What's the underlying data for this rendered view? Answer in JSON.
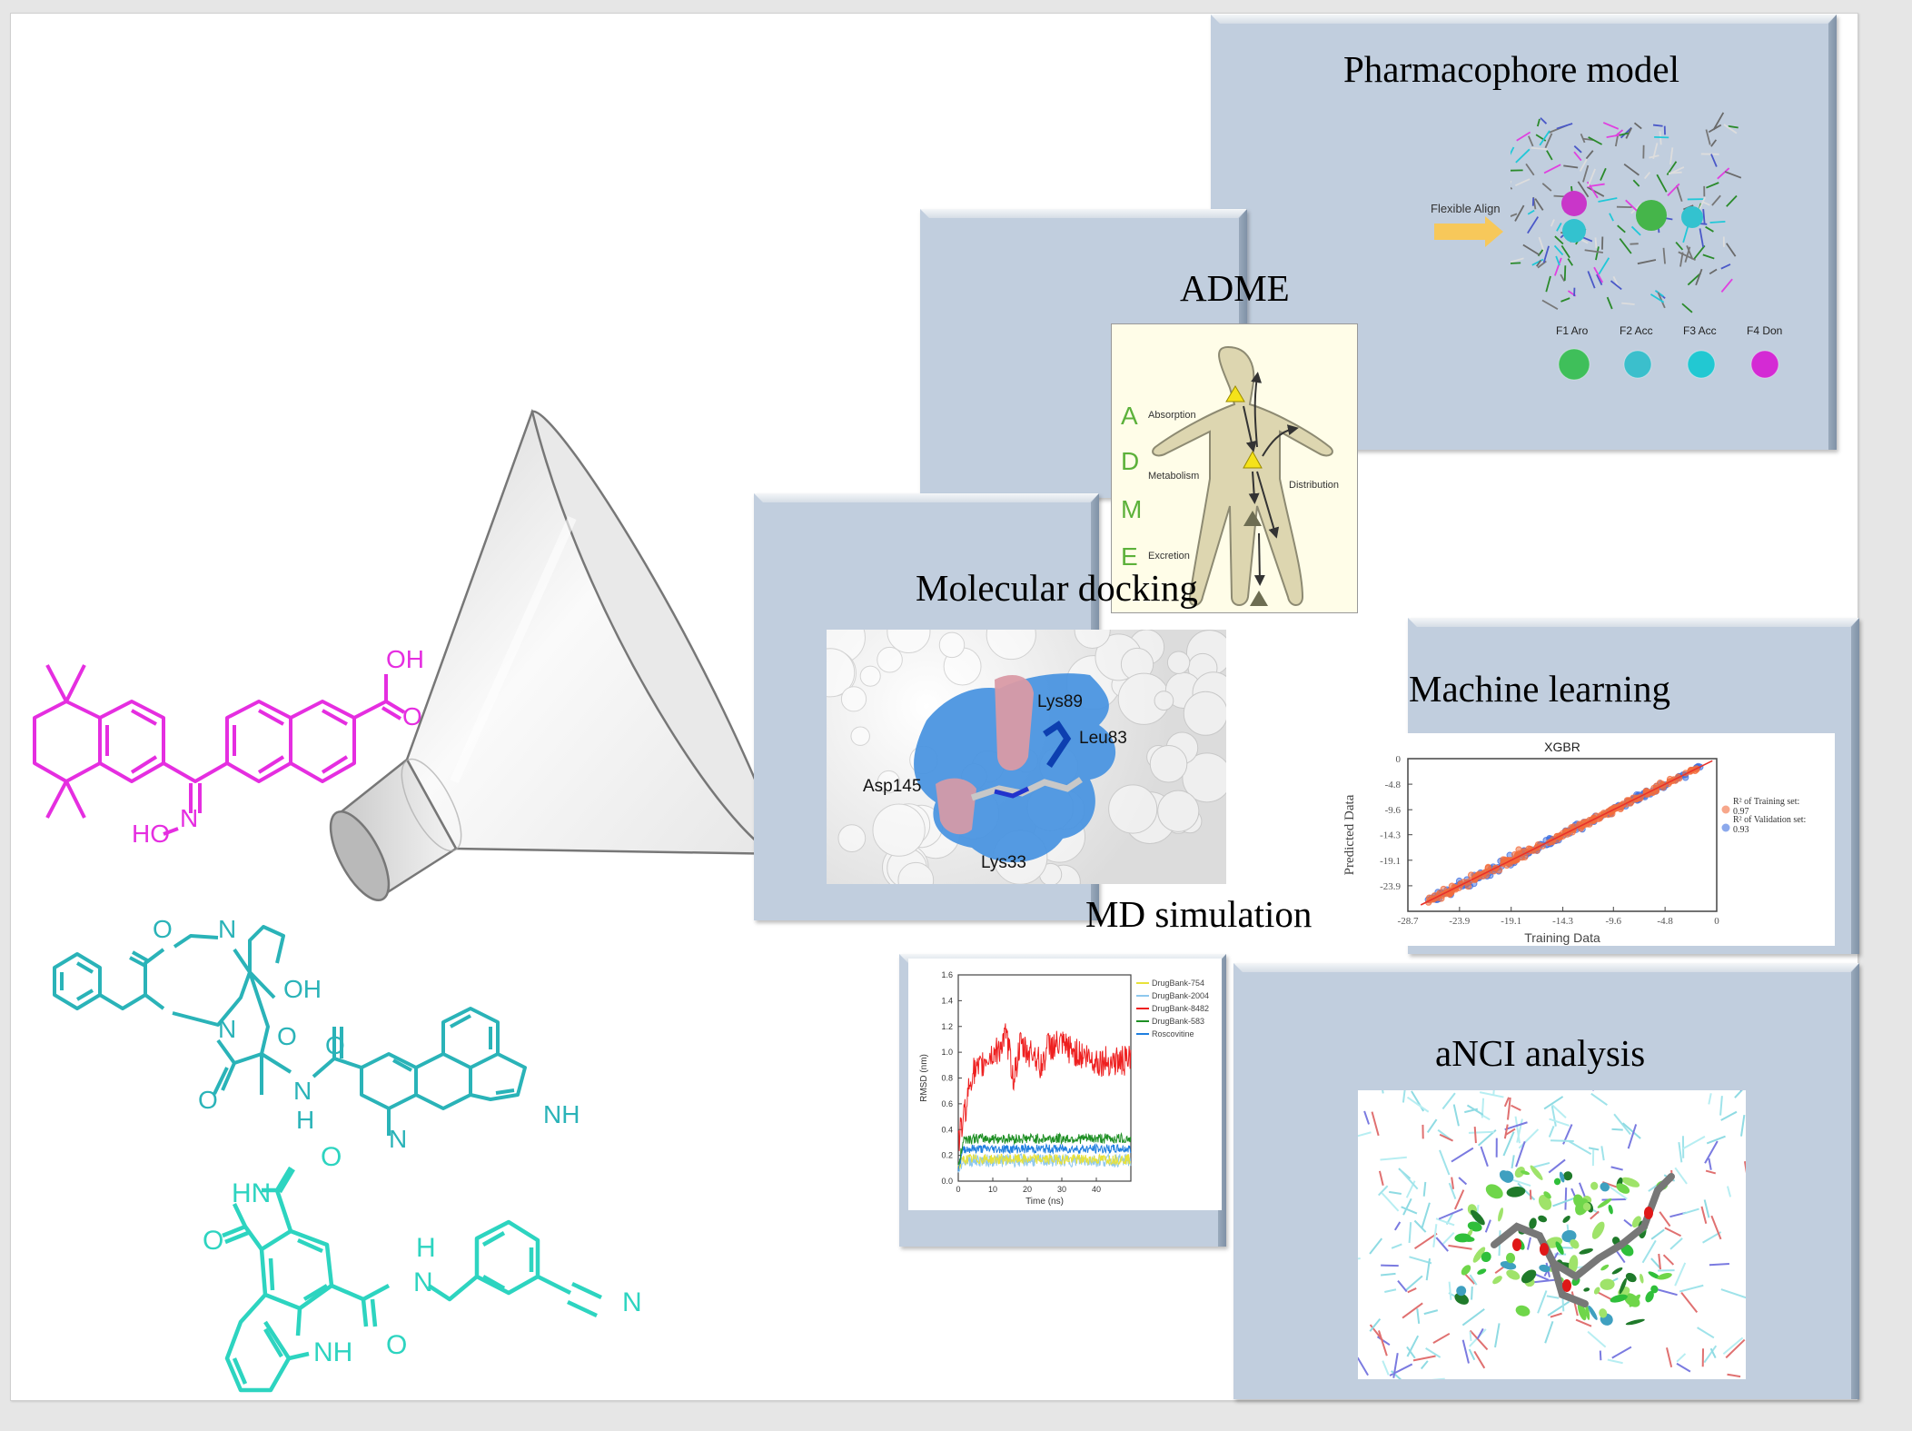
{
  "panels": {
    "pharmacophore": {
      "title": "Pharmacophore model",
      "arrow_label": "Flexible Align",
      "features": [
        {
          "label": "F1 Aro",
          "color": "#3fbf5a"
        },
        {
          "label": "F2 Acc",
          "color": "#3bbfcc"
        },
        {
          "label": "F3 Acc",
          "color": "#22c8d2"
        },
        {
          "label": "F4 Don",
          "color": "#d42ad4"
        }
      ]
    },
    "adme": {
      "title": "ADME",
      "letters": [
        "A",
        "D",
        "M",
        "E"
      ],
      "labels": {
        "absorption": "Absorption",
        "distribution": "Distribution",
        "metabolism": "Metabolism",
        "excretion": "Excretion"
      }
    },
    "docking": {
      "title": "Molecular docking",
      "residues": [
        "Lys89",
        "Leu83",
        "Asp145",
        "Lys33"
      ]
    },
    "ml": {
      "title": "Machine learning"
    },
    "md": {
      "title": "MD simulation"
    },
    "anci": {
      "title": "aNCI analysis"
    }
  },
  "molecules": [
    {
      "name": "tetramethyl-tetralin naphthoic acid oxime",
      "color": "#e52ee0",
      "atom_labels": [
        "OH",
        "O",
        "HO",
        "N"
      ]
    },
    {
      "name": "ergot alkaloid peptide",
      "color": "#2ab3b8",
      "atom_labels": [
        "O",
        "N",
        "OH",
        "N",
        "O",
        "O",
        "N",
        "H",
        "O",
        "NH",
        "N"
      ]
    },
    {
      "name": "carbazole imide benzonitrile",
      "color": "#2dd4c0",
      "atom_labels": [
        "HN",
        "O",
        "O",
        "H",
        "N",
        "O",
        "NH",
        "N"
      ]
    }
  ],
  "chart_data": [
    {
      "type": "scatter",
      "title": "XGBR",
      "xlabel": "Training Data",
      "ylabel": "Predicted Data",
      "xlim": [
        -28.7,
        0
      ],
      "ylim": [
        -28.7,
        0
      ],
      "xticks": [
        "-28.7",
        "-23.9",
        "-19.1",
        "-14.3",
        "-9.6",
        "-4.8",
        "0"
      ],
      "yticks": [
        "0",
        "-4.8",
        "-9.6",
        "-14.3",
        "-19.1",
        "-23.9"
      ],
      "grid": false,
      "legend_position": "bottom-right",
      "series": [
        {
          "name": "R² of Training set: 0.97",
          "color": "#f26d3d",
          "r2": 0.97
        },
        {
          "name": "R² of Validation set: 0.93",
          "color": "#3f6fe0",
          "r2": 0.93
        }
      ],
      "fit_line": {
        "from": [
          -27.5,
          -27.5
        ],
        "to": [
          -0.4,
          -0.4
        ],
        "color": "#e8312a"
      }
    },
    {
      "type": "line",
      "title": "",
      "xlabel": "Time (ns)",
      "ylabel": "RMSD (nm)",
      "xlim": [
        0,
        50
      ],
      "ylim": [
        0,
        1.6
      ],
      "xticks": [
        "0",
        "10",
        "20",
        "30",
        "40"
      ],
      "yticks": [
        "0.0",
        "0.2",
        "0.4",
        "0.6",
        "0.8",
        "1.0",
        "1.2",
        "1.4",
        "1.6"
      ],
      "grid": false,
      "legend_position": "top-right",
      "series": [
        {
          "name": "DrugBank-754",
          "color": "#e8e23a",
          "mean": 0.17,
          "noise": 0.04
        },
        {
          "name": "DrugBank-2004",
          "color": "#8ec8ee",
          "mean": 0.16,
          "noise": 0.05
        },
        {
          "name": "DrugBank-8482",
          "color": "#ee2020",
          "mean": 0.98,
          "noise": 0.12,
          "keypoints": [
            [
              0,
              0.3
            ],
            [
              2,
              0.55
            ],
            [
              4,
              0.85
            ],
            [
              6,
              0.85
            ],
            [
              8,
              0.95
            ],
            [
              11,
              1.0
            ],
            [
              14,
              1.12
            ],
            [
              16,
              0.8
            ],
            [
              18,
              1.05
            ],
            [
              20,
              1.0
            ],
            [
              22,
              1.0
            ],
            [
              24,
              0.88
            ],
            [
              26,
              1.05
            ],
            [
              30,
              1.05
            ],
            [
              34,
              1.0
            ],
            [
              40,
              0.93
            ],
            [
              50,
              0.93
            ]
          ]
        },
        {
          "name": "DrugBank-583",
          "color": "#1e8f24",
          "mean": 0.33,
          "noise": 0.04
        },
        {
          "name": "Roscovitine",
          "color": "#1f7fe0",
          "mean": 0.25,
          "noise": 0.035
        }
      ]
    }
  ]
}
